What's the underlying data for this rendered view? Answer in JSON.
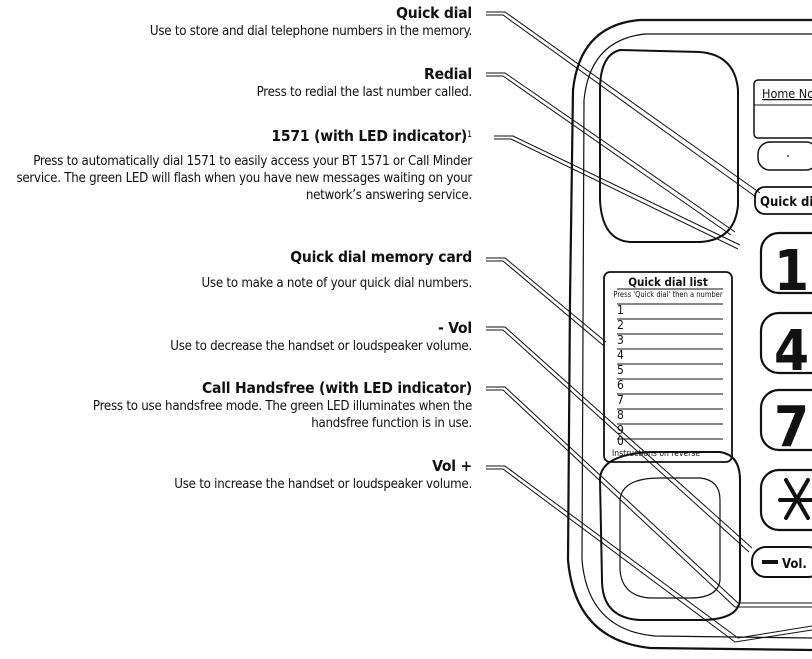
{
  "callouts": [
    {
      "title": "Quick dial",
      "desc": "Use to store and dial telephone numbers in the memory."
    },
    {
      "title": "Redial",
      "desc": "Press to redial the last number called."
    },
    {
      "title": "1571 (with LED indicator)",
      "sup": "1",
      "desc": "Press to automatically dial 1571 to easily access your BT 1571 or Call Minder service. The green LED will flash when you have new messages waiting on your network’s answering service."
    },
    {
      "title": "Quick dial memory card",
      "desc": "Use to make a note of your quick dial numbers."
    },
    {
      "title": "- Vol",
      "desc": "Use to decrease the handset or loudspeaker volume."
    },
    {
      "title": "Call Handsfree (with LED indicator)",
      "desc": "Press to use handsfree mode. The green LED illuminates when the handsfree function is in use."
    },
    {
      "title": "Vol +",
      "desc": "Use to increase the handset or loudspeaker volume."
    }
  ],
  "phone": {
    "home_label": "Home No",
    "dot": "·",
    "quick_dial_button": "Quick dia",
    "card_title": "Quick dial list",
    "card_subtitle": "Press 'Quick dial' then a number",
    "card_numbers": [
      "1",
      "2",
      "3",
      "4",
      "5",
      "6",
      "7",
      "8",
      "9",
      "0"
    ],
    "card_footer": "Instructions on reverse",
    "keys": [
      "1",
      "4",
      "7"
    ],
    "vol_button": "Vol."
  }
}
